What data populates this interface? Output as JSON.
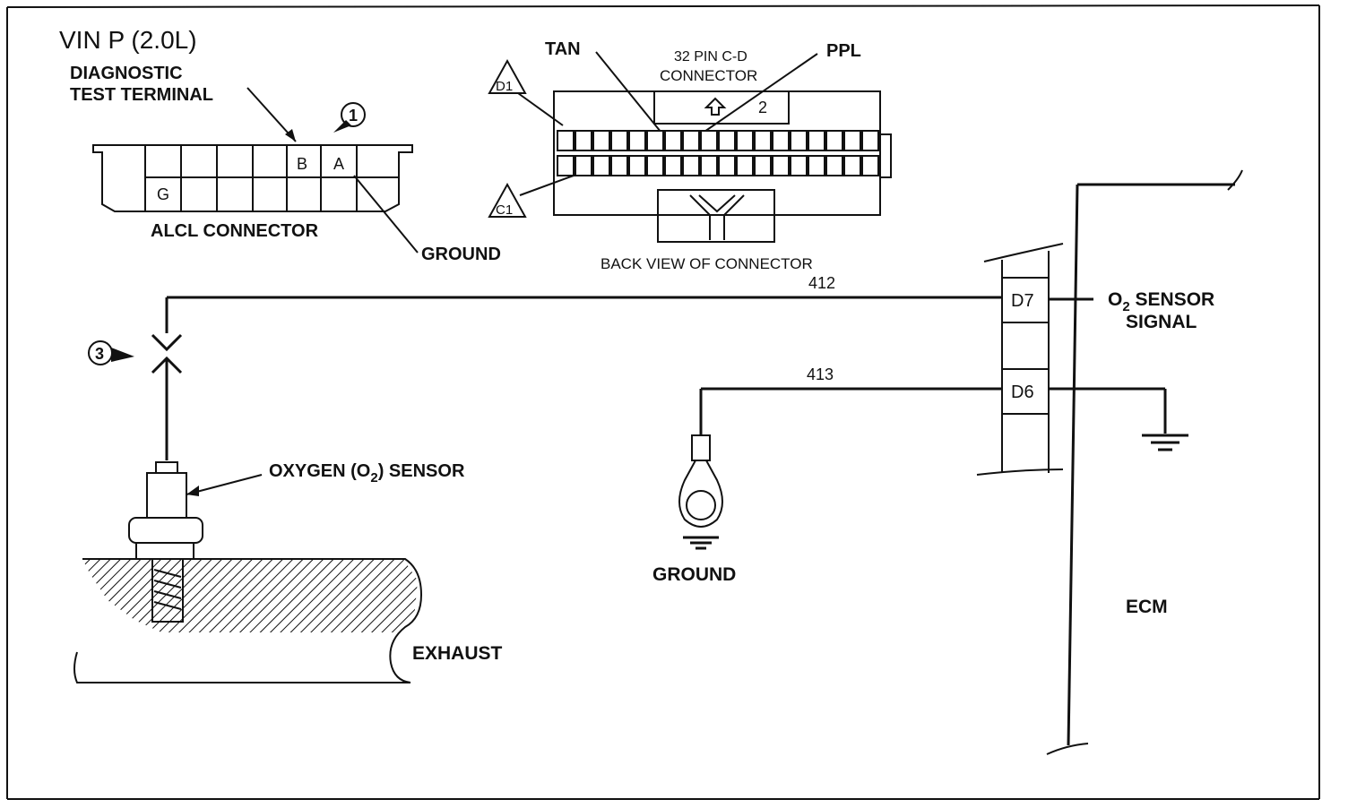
{
  "title": "VIN P (2.0L)",
  "alcl": {
    "label": "ALCL CONNECTOR",
    "terminal_label_1": "DIAGNOSTIC",
    "terminal_label_2": "TEST TERMINAL",
    "pin_b": "B",
    "pin_a": "A",
    "pin_g": "G",
    "ground_label": "GROUND",
    "callout": "1"
  },
  "cd_connector": {
    "title_1": "32 PIN C-D",
    "title_2": "CONNECTOR",
    "tan_label": "TAN",
    "ppl_label": "PPL",
    "d1": "D1",
    "c1": "C1",
    "back_view": "BACK VIEW OF CONNECTOR"
  },
  "circuits": {
    "wire_412": "412",
    "wire_413": "413",
    "d7": "D7",
    "d6": "D6",
    "o2_signal_1": "O",
    "o2_signal_sub": "2",
    "o2_signal_2": " SENSOR",
    "o2_signal_3": "SIGNAL",
    "ground_label": "GROUND",
    "ecm_label": "ECM"
  },
  "sensor": {
    "label_1": "OXYGEN (O",
    "label_sub": "2",
    "label_2": ") SENSOR",
    "exhaust": "EXHAUST",
    "callout": "3"
  }
}
